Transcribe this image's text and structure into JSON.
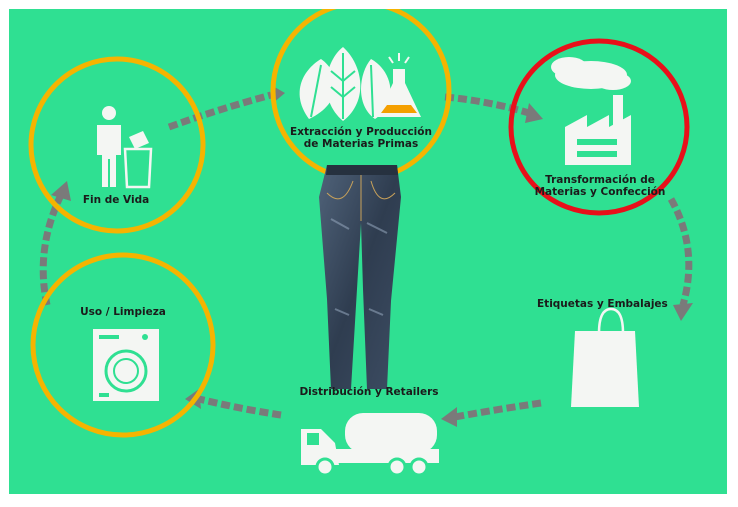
{
  "stages": {
    "extraction": {
      "label": "Extracción y Producción\nde Materias Primas",
      "highlight": "#f5b400"
    },
    "transformation": {
      "label": "Transformación de\nMaterias y Confección",
      "highlight": "#e8101a"
    },
    "packaging": {
      "label": "Etiquetas y Embalajes"
    },
    "distribution": {
      "label": "Distribución y Retailers"
    },
    "use": {
      "label": "Uso / Limpieza",
      "highlight": "#f5b400"
    },
    "end_of_life": {
      "label": "Fin de Vida",
      "highlight": "#f5b400"
    }
  },
  "colors": {
    "background": "#2fe092",
    "arrow": "#7a7a7a",
    "icon": "#f4f6f3",
    "text": "#1b1b1b"
  },
  "center_image": "jeans-image"
}
